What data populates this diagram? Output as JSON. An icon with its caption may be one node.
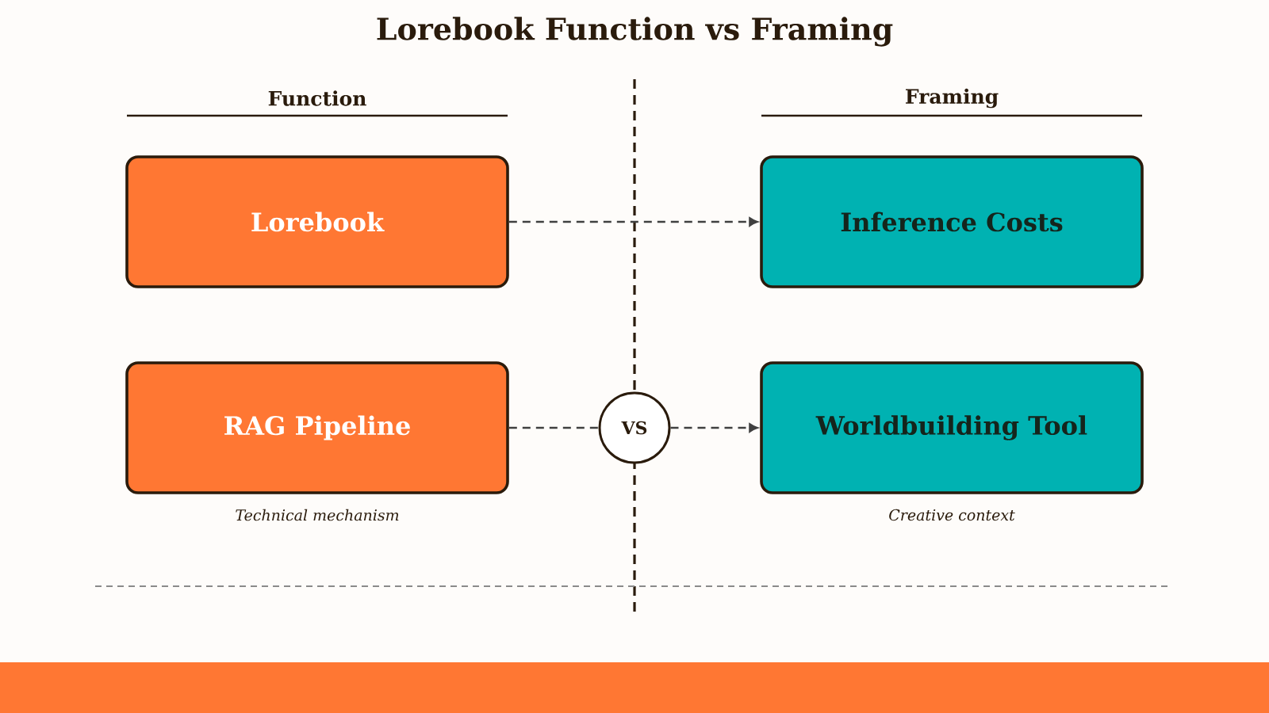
{
  "diagram": {
    "title": "Lorebook Function vs Framing",
    "nodes": [
      {
        "text": [
          "Lorebook"
        ]
      },
      {
        "text": [
          "Inference Costs"
        ]
      },
      {
        "text": [
          "RAG Pipeline"
        ]
      },
      {
        "text": [
          "VS"
        ]
      },
      {
        "text": [
          "Worldbuilding Tool"
        ]
      }
    ],
    "edges": [
      {
        "from": 0,
        "to": 1,
        "arrow": "to",
        "style": "dashed"
      },
      {
        "from": 2,
        "to": 3,
        "arrow": "none",
        "style": "dashed"
      },
      {
        "from": 3,
        "to": 4,
        "arrow": "to",
        "style": "dashed"
      }
    ],
    "labels": [
      "Function",
      "Framing",
      "Technical mechanism",
      "Creative context"
    ]
  }
}
